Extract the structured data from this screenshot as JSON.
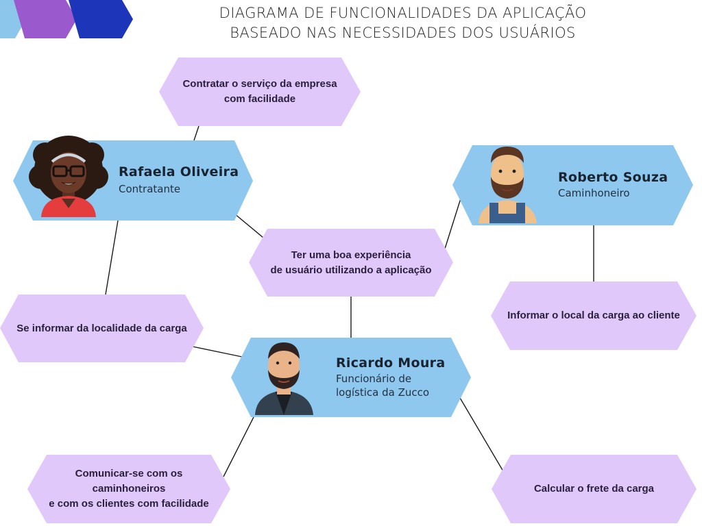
{
  "header": {
    "title_line1": "DIAGRAMA DE FUNCIONALIDADES DA APLICAÇÃO",
    "title_line2": "BASEADO NAS NECESSIDADES DOS USUÁRIOS"
  },
  "personas": {
    "rafaela": {
      "name": "Rafaela Oliveira",
      "role": "Contratante"
    },
    "roberto": {
      "name": "Roberto Souza",
      "role": "Caminhoneiro"
    },
    "ricardo": {
      "name": "Ricardo Moura",
      "role_line1": "Funcionário de",
      "role_line2": "logística da Zucco"
    }
  },
  "needs": {
    "contratar": "Contratar o serviço da empresa\ncom facilidade",
    "experiencia": "Ter uma boa experiência\nde usuário utilizando a aplicação",
    "localidade": "Se informar da localidade da carga",
    "informar_local": "Informar o local da carga ao cliente",
    "comunicar": "Comunicar-se com os\ncaminhoneiros\ne com os clientes com facilidade",
    "frete": "Calcular o frete da carga"
  },
  "colors": {
    "persona_fill": "#8ec8ee",
    "need_fill": "#e1c8fb",
    "connector": "#1a1a1a",
    "accent_light_blue": "#8cc6ea",
    "accent_purple": "#9a59cc",
    "accent_blue": "#1d35b8"
  }
}
